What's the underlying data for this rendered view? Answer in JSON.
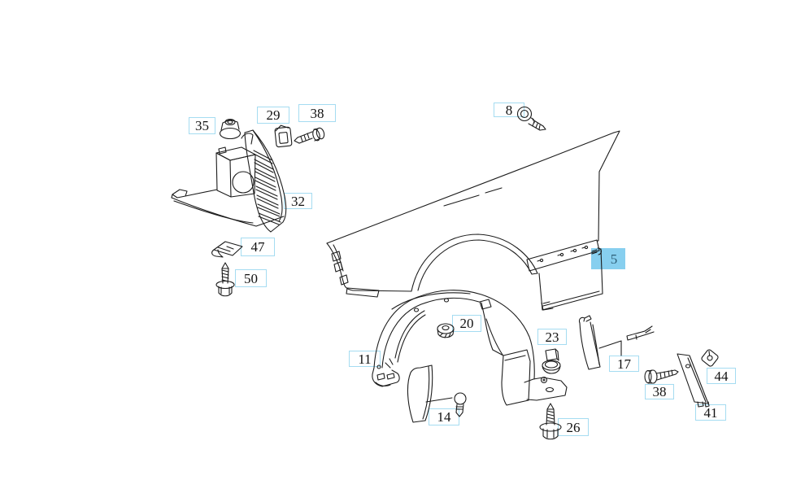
{
  "diagram": {
    "background": "#ffffff",
    "line_color": "#1c1c1c",
    "label_border_color": "#a5dcf1",
    "label_text_color": "#111111",
    "highlight_fill": "#87cfef",
    "highlight_text_color": "#2e5f78"
  },
  "callouts": [
    {
      "part": "35",
      "selected": false
    },
    {
      "part": "29",
      "selected": false
    },
    {
      "part": "38",
      "selected": false
    },
    {
      "part": "32",
      "selected": false
    },
    {
      "part": "8",
      "selected": false
    },
    {
      "part": "47",
      "selected": false
    },
    {
      "part": "50",
      "selected": false
    },
    {
      "part": "5",
      "selected": true
    },
    {
      "part": "20",
      "selected": false
    },
    {
      "part": "11",
      "selected": false
    },
    {
      "part": "23",
      "selected": false
    },
    {
      "part": "17",
      "selected": false
    },
    {
      "part": "14",
      "selected": false
    },
    {
      "part": "26",
      "selected": false
    },
    {
      "part": "38",
      "selected": false
    },
    {
      "part": "44",
      "selected": false
    },
    {
      "part": "41",
      "selected": false
    }
  ]
}
